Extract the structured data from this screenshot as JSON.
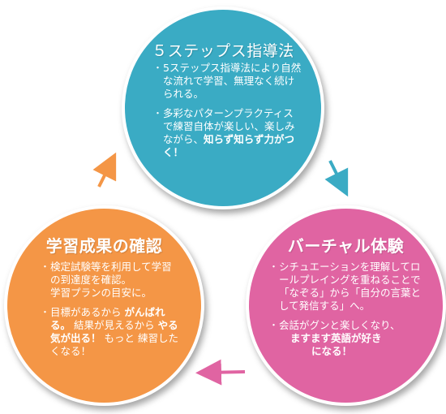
{
  "colors": {
    "top_circle": "#3aabc4",
    "right_circle": "#e064a2",
    "left_circle": "#f49646",
    "arrow_right": "#3aabc4",
    "arrow_bottom": "#e064a2",
    "arrow_left": "#f49646"
  },
  "top": {
    "title": "５ステップス指導法",
    "bullet1": "5ステップス指導法により自然な流れで学習、無理なく続けられる。",
    "bullet2_normal": "多彩なパターンプラクティスで練習自体が楽しい、楽しみながら、",
    "bullet2_strong": "知らず知らず力がつく！"
  },
  "right": {
    "title": "バーチャル体験",
    "bullet1": "シチュエーションを理解してロールプレイングを重ねることで「なぞる」から「自分の言葉として発信する」へ。",
    "bullet2_normal": "会話がグンと楽しくなり、",
    "bullet2_strong_a": "ますます英語が好き",
    "bullet2_strong_b": "になる！"
  },
  "left": {
    "title": "学習成果の確認",
    "bullet1_a": "検定試験等を利用して学習の到達度を確認。",
    "bullet1_b": "学習プランの目安に。",
    "bullet2_a": "目標があるから",
    "bullet2_strong_a": "がんばれる。",
    "bullet2_b": "結果が見えるから",
    "bullet2_strong_b": "やる気が出る！",
    "bullet2_c": "もっと",
    "bullet2_d": "練習したくなる！"
  }
}
